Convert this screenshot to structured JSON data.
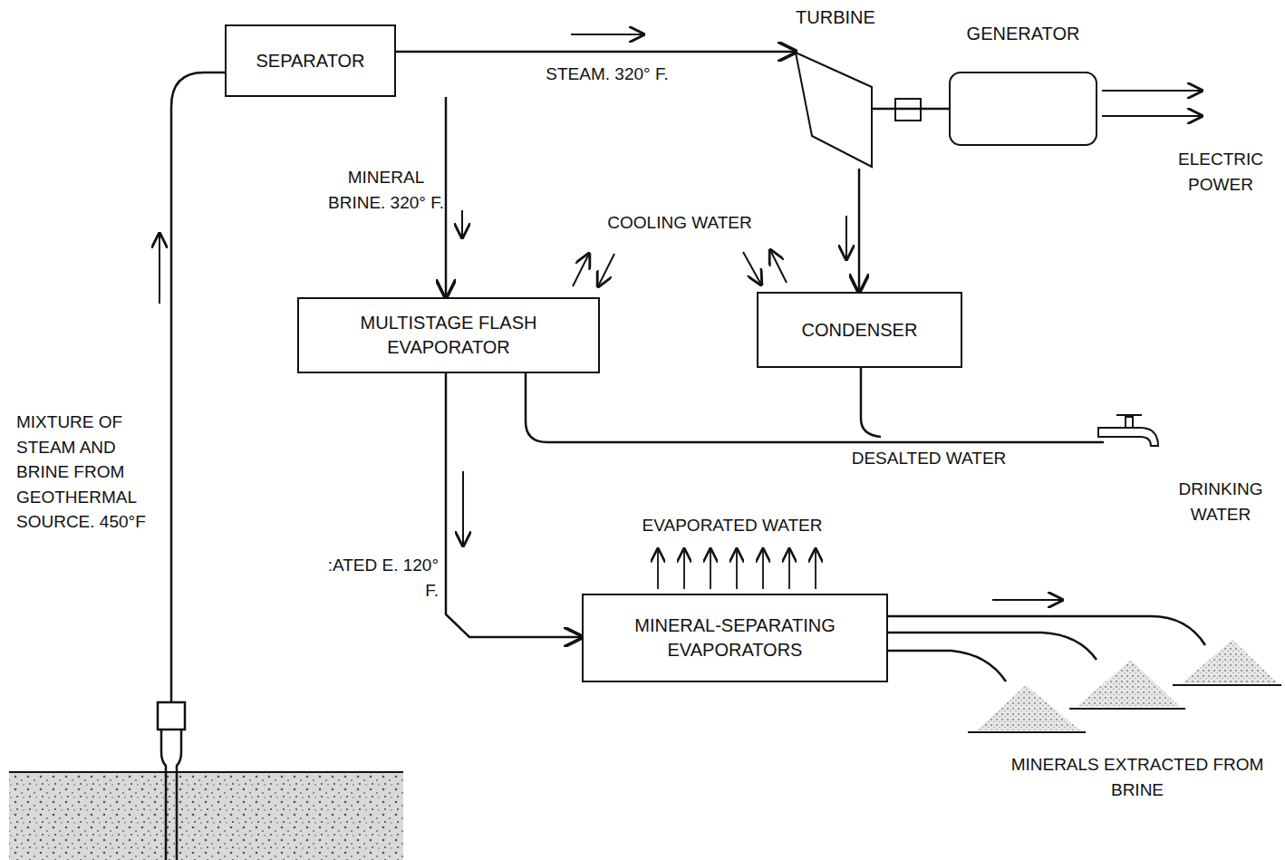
{
  "diagram": {
    "nodes": [
      {
        "text": [
          "SEPARATOR"
        ]
      },
      {
        "text": [
          "TURBINE"
        ]
      },
      {
        "text": [
          "GENERATOR"
        ]
      },
      {
        "text": [
          "MULTISTAGE FLASH EVAPORATOR"
        ]
      },
      {
        "text": [
          "CONDENSER"
        ]
      },
      {
        "text": [
          "MINERAL-SEPARATING EVAPORATORS"
        ]
      }
    ],
    "edges": [
      {
        "from": 0,
        "to": 1,
        "arrow": "to",
        "label": "STEAM. 320° F."
      },
      {
        "from": 0,
        "to": 3,
        "arrow": "to",
        "label": "MINERAL BRINE. 320° F."
      },
      {
        "from": 1,
        "to": 2,
        "arrow": "none"
      },
      {
        "from": 1,
        "to": 4,
        "arrow": "to"
      },
      {
        "from": 3,
        "to": 5,
        "arrow": "to",
        "label": ":ATED E. 120° F."
      }
    ],
    "labels": [
      "MIXTURE OF STEAM AND BRINE FROM GEOTHERMAL SOURCE. 450°F",
      "COOLING WATER",
      "ELECTRIC POWER",
      "DESALTED WATER",
      "DRINKING WATER",
      "EVAPORATED WATER",
      "MINERALS EXTRACTED FROM BRINE"
    ]
  }
}
